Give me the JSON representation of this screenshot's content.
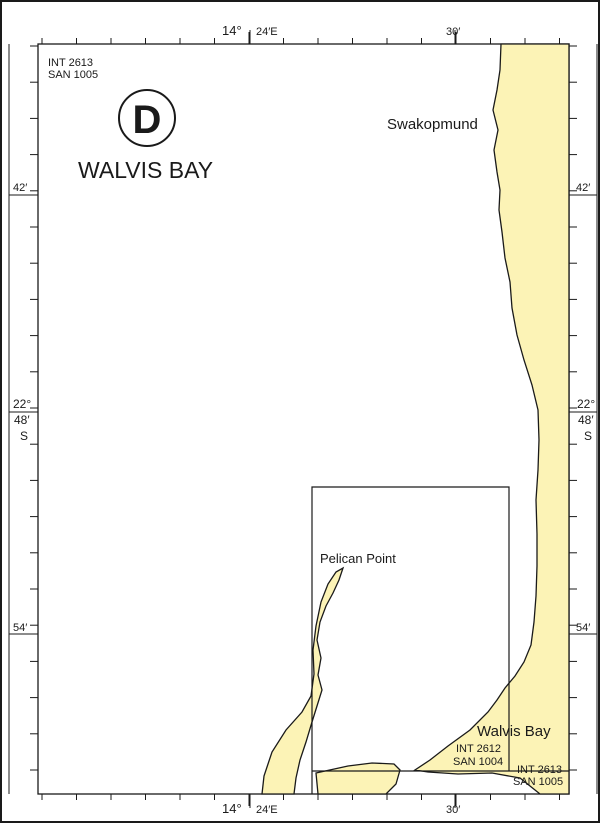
{
  "chart_ids": {
    "top_left_line1": "INT 2613",
    "top_left_line2": "SAN 1005"
  },
  "region_letter": "D",
  "region_title": "WALVIS BAY",
  "graticule": {
    "top_lon_main": "14°",
    "top_lon_min": "24′E",
    "top_lon_30": "30′",
    "bottom_lon_main": "14°",
    "bottom_lon_min": "24′E",
    "bottom_lon_30": "30′",
    "left_lat_42": "42′",
    "right_lat_42": "42′",
    "left_lat_deg": "22°",
    "left_lat_48": "48′",
    "left_lat_S": "S",
    "right_lat_deg": "22°",
    "right_lat_48": "48′",
    "right_lat_S": "S",
    "left_lat_54": "54′",
    "right_lat_54": "54′"
  },
  "places": {
    "swakopmund": "Swakopmund",
    "pelican_point": "Pelican Point",
    "walvis_bay": "Walvis Bay"
  },
  "inset_chart": {
    "line1": "INT 2612",
    "line2": "SAN 1004"
  },
  "corner_chart": {
    "line1": "INT 2613",
    "line2": "SAN 1005"
  },
  "colors": {
    "land": "#fcf3b6",
    "sea": "#ffffff",
    "ink": "#1a1a1a"
  }
}
